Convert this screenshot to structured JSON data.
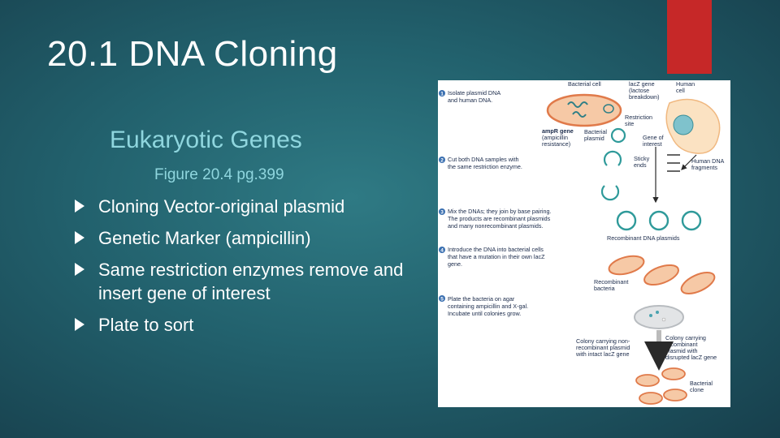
{
  "slide": {
    "title": "20.1 DNA Cloning",
    "subtitle": "Eukaryotic Genes",
    "figure_ref": "Figure 20.4 pg.399",
    "bullets": [
      "Cloning Vector-original plasmid",
      "Genetic Marker (ampicillin)",
      "Same restriction enzymes remove and insert gene of interest",
      "Plate to sort"
    ],
    "colors": {
      "accent": "#c62828",
      "title": "#ffffff",
      "subtitle": "#8fd6de"
    }
  },
  "figure": {
    "steps": [
      {
        "num": "1",
        "line1": "Isolate plasmid DNA",
        "line2": "and human DNA.",
        "line3": ""
      },
      {
        "num": "2",
        "line1": "Cut both DNA samples with",
        "line2": "the same restriction enzyme.",
        "line3": ""
      },
      {
        "num": "3",
        "line1": "Mix the DNAs; they join by base pairing.",
        "line2": "The products are recombinant plasmids",
        "line3": "and many nonrecombinant plasmids."
      },
      {
        "num": "4",
        "line1": "Introduce the DNA into bacterial cells",
        "line2": "that have a mutation in their own lacZ",
        "line3": "gene."
      },
      {
        "num": "5",
        "line1": "Plate the bacteria on agar",
        "line2": "containing ampicillin and X-gal.",
        "line3": "Incubate until colonies grow."
      }
    ],
    "labels": {
      "bacterial_cell": "Bacterial cell",
      "lacz_gene_1": "lacZ gene",
      "lacz_gene_2": "(lactose",
      "lacz_gene_3": "breakdown)",
      "human_cell_1": "Human",
      "human_cell_2": "cell",
      "restriction_site_1": "Restriction",
      "restriction_site_2": "site",
      "ampr_1": "ampR gene",
      "ampr_2": "(ampicillin",
      "ampr_3": "resistance)",
      "bacterial_plasmid_1": "Bacterial",
      "bacterial_plasmid_2": "plasmid",
      "gene_of_interest_1": "Gene of",
      "gene_of_interest_2": "interest",
      "sticky_ends_1": "Sticky",
      "sticky_ends_2": "ends",
      "human_dna_1": "Human DNA",
      "human_dna_2": "fragments",
      "recombinant_plasmids": "Recombinant DNA plasmids",
      "recombinant_bacteria_1": "Recombinant",
      "recombinant_bacteria_2": "bacteria",
      "colony_non_1": "Colony carrying non-",
      "colony_non_2": "recombinant plasmid",
      "colony_non_3": "with intact lacZ gene",
      "colony_rec_1": "Colony carrying",
      "colony_rec_2": "recombinant",
      "colony_rec_3": "plasmid with",
      "colony_rec_4": "disrupted lacZ gene",
      "bacterial_clone_1": "Bacterial",
      "bacterial_clone_2": "clone"
    }
  }
}
